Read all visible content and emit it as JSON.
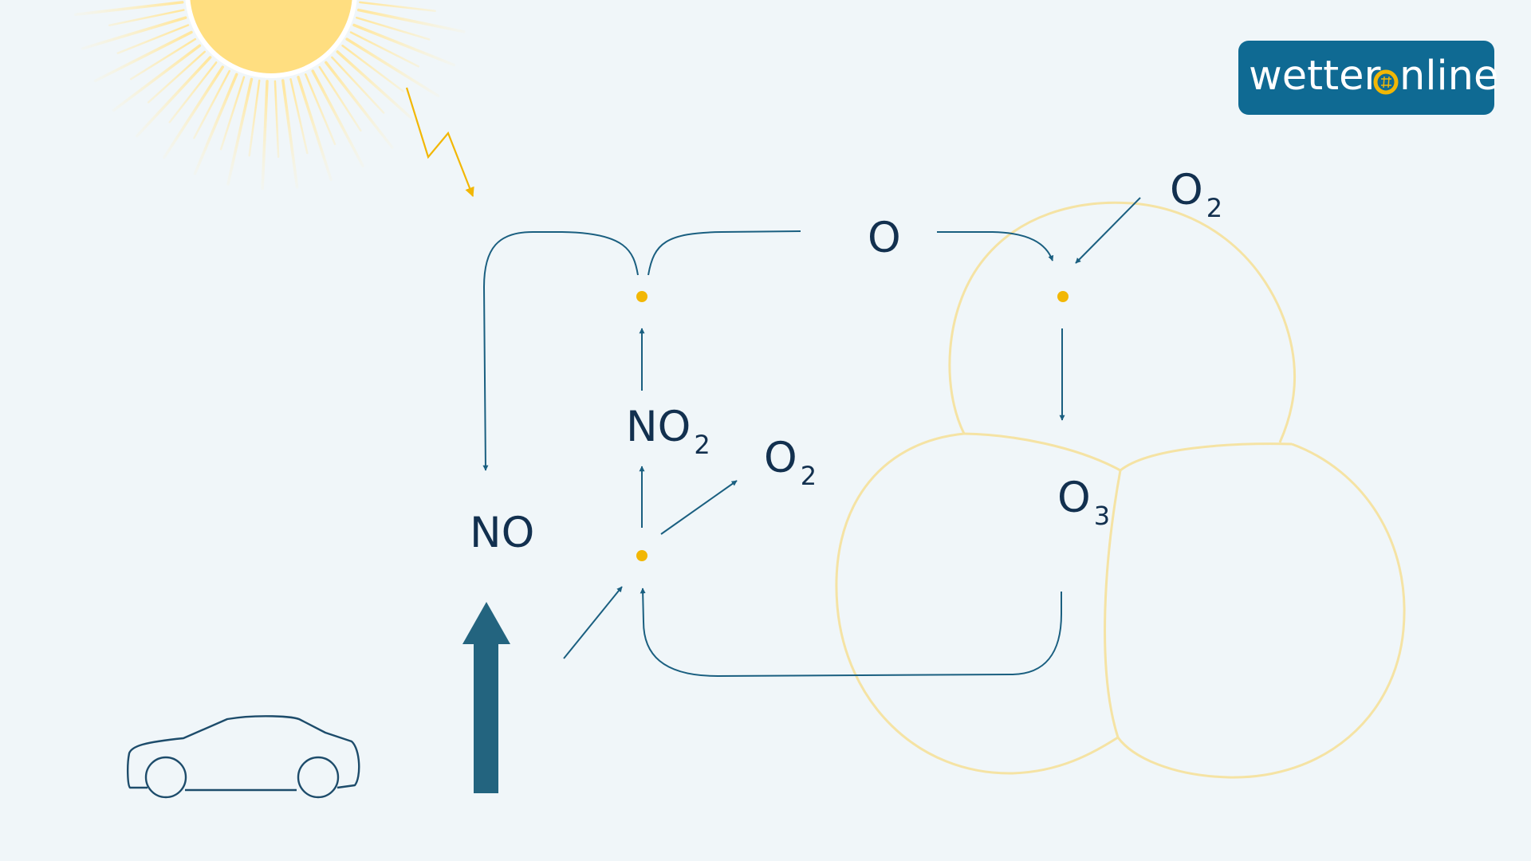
{
  "logo": {
    "part1": "wetter",
    "part2": "nline",
    "background_color": "#0f6a93",
    "accent_color": "#f2b705"
  },
  "labels": {
    "no": "NO",
    "no2_base": "NO",
    "no2_sub": "2",
    "o2_mid_base": "O",
    "o2_mid_sub": "2",
    "o_atom": "O",
    "o2_top_base": "O",
    "o2_top_sub": "2",
    "o3_base": "O",
    "o3_sub": "3"
  },
  "colors": {
    "background": "#f0f6f9",
    "arrow": "#1a5f80",
    "emission_arrow": "#23647f",
    "text": "#12304f",
    "sun": "#ffde80",
    "sunlight_bolt": "#f2b705",
    "reaction_dot": "#f2b705",
    "ozone_cloud": "#f5e3a4",
    "car": "#1d4c6b"
  },
  "icons": [
    "sun-icon",
    "sunlight-bolt-icon",
    "car-icon",
    "emission-arrow-icon",
    "ozone-cloud-icon",
    "reaction-dot-icon"
  ]
}
